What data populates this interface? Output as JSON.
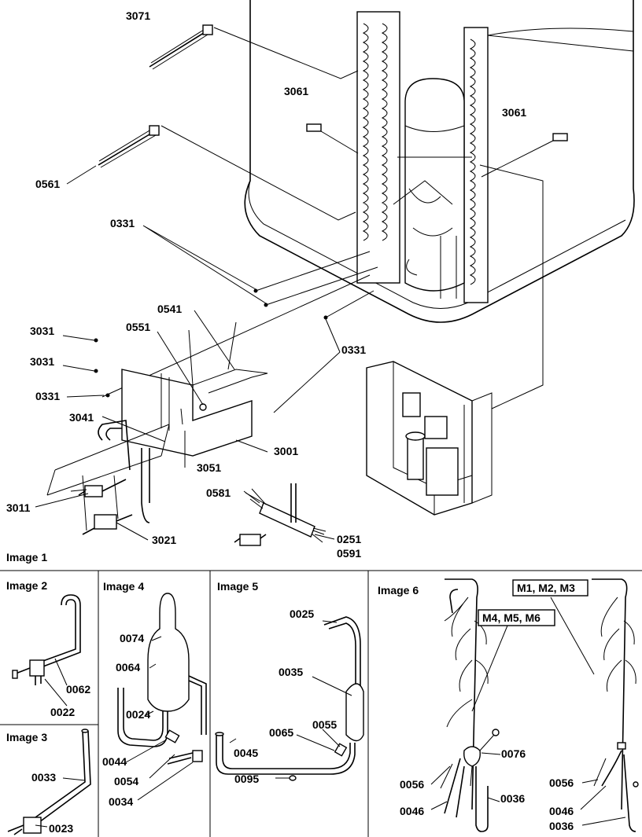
{
  "panels": [
    {
      "title": "Image 1"
    },
    {
      "title": "Image 2"
    },
    {
      "title": "Image 3"
    },
    {
      "title": "Image 4"
    },
    {
      "title": "Image 5"
    },
    {
      "title": "Image 6"
    }
  ],
  "callouts": {
    "c3071": "3071",
    "c3061a": "3061",
    "c3061b": "3061",
    "c0561": "0561",
    "c0331a": "0331",
    "c0331b": "0331",
    "c0331c": "0331",
    "c0541": "0541",
    "c0551": "0551",
    "c3031a": "3031",
    "c3031b": "3031",
    "c3041": "3041",
    "c3001": "3001",
    "c3051": "3051",
    "c3011": "3011",
    "c3021": "3021",
    "c0581": "0581",
    "c0251": "0251",
    "c0591": "0591",
    "c0062": "0062",
    "c0022": "0022",
    "c0033": "0033",
    "c0023": "0023",
    "c0074": "0074",
    "c0064": "0064",
    "c0024": "0024",
    "c0044": "0044",
    "c0054": "0054",
    "c0034": "0034",
    "c0025": "0025",
    "c0035": "0035",
    "c0065": "0065",
    "c0055": "0055",
    "c0045": "0045",
    "c0095": "0095",
    "c0076": "0076",
    "c0056a": "0056",
    "c0046a": "0046",
    "c0036a": "0036",
    "c0056b": "0056",
    "c0046b": "0046",
    "c0036b": "0036"
  },
  "boxed_labels": {
    "m123": "M1, M2, M3",
    "m456": "M4, M5, M6"
  }
}
